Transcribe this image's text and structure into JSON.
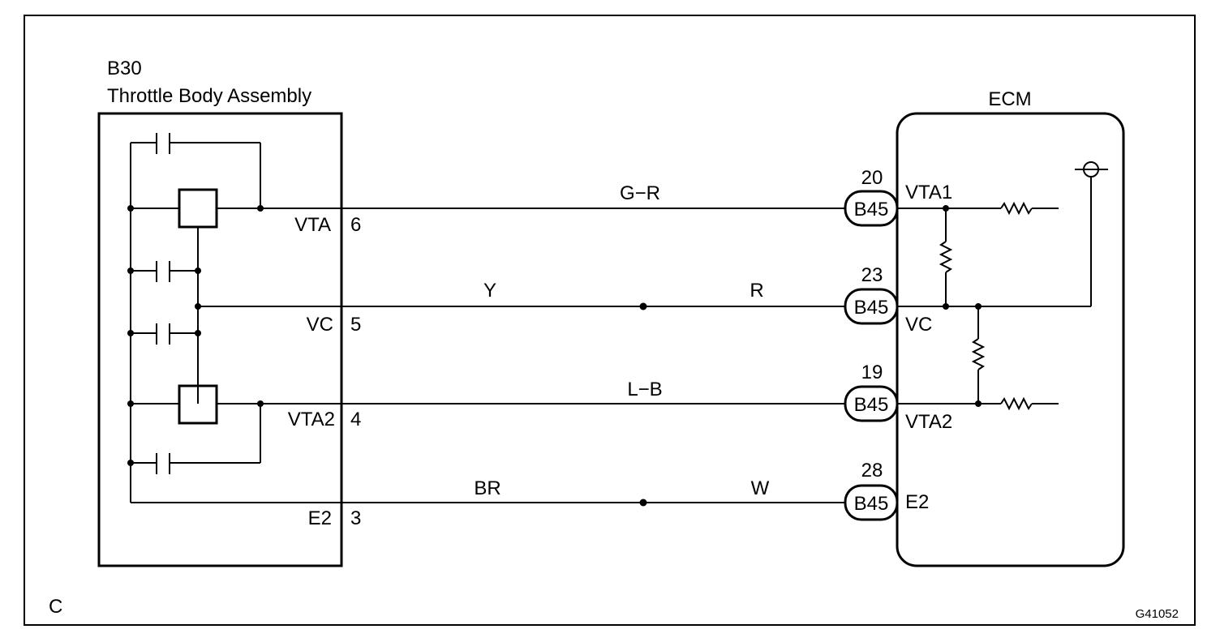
{
  "component": {
    "code": "B30",
    "name": "Throttle Body Assembly"
  },
  "ecm_label": "ECM",
  "figure_tag": "C",
  "figure_code": "G41052",
  "terminals": [
    {
      "name": "VTA",
      "pin": "6",
      "wire_left": "G−R",
      "wire_right": "",
      "ecm_pin": "20",
      "connector": "B45",
      "ecm_name": "VTA1"
    },
    {
      "name": "VC",
      "pin": "5",
      "wire_left": "Y",
      "wire_right": "R",
      "ecm_pin": "23",
      "connector": "B45",
      "ecm_name": "VC"
    },
    {
      "name": "VTA2",
      "pin": "4",
      "wire_left": "L−B",
      "wire_right": "",
      "ecm_pin": "19",
      "connector": "B45",
      "ecm_name": "VTA2"
    },
    {
      "name": "E2",
      "pin": "3",
      "wire_left": "BR",
      "wire_right": "W",
      "ecm_pin": "28",
      "connector": "B45",
      "ecm_name": "E2"
    }
  ]
}
